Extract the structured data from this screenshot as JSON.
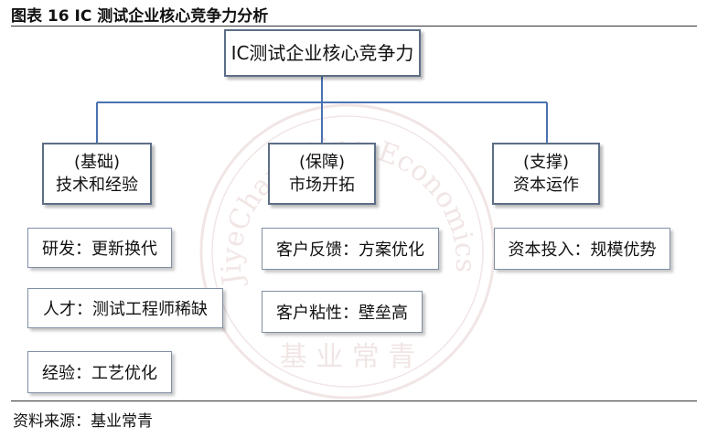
{
  "figure_title": "图表 16  IC 测试企业核心竞争力分析",
  "source_text": "资料来源：基业常青",
  "watermark_text": {
    "arc": "JiyeChangQing Economics Institute",
    "bottom": "基 业 常 青"
  },
  "colors": {
    "box_border": "#5d6e86",
    "leaf_border": "#7f8fa4",
    "connector": "#4a72b0"
  },
  "root": {
    "label": "IC测试企业核心竞争力"
  },
  "pillars": [
    {
      "line1": "(基础)",
      "line2": "技术和经验"
    },
    {
      "line1": "(保障)",
      "line2": "市场开拓"
    },
    {
      "line1": "(支撑)",
      "line2": "资本运作"
    }
  ],
  "items": {
    "foundation": [
      "研发：更新换代",
      "人才：测试工程师稀缺",
      "经验：工艺优化"
    ],
    "market": [
      "客户反馈：方案优化",
      "客户粘性：壁垒高"
    ],
    "capital": [
      "资本投入：规模优势"
    ]
  }
}
